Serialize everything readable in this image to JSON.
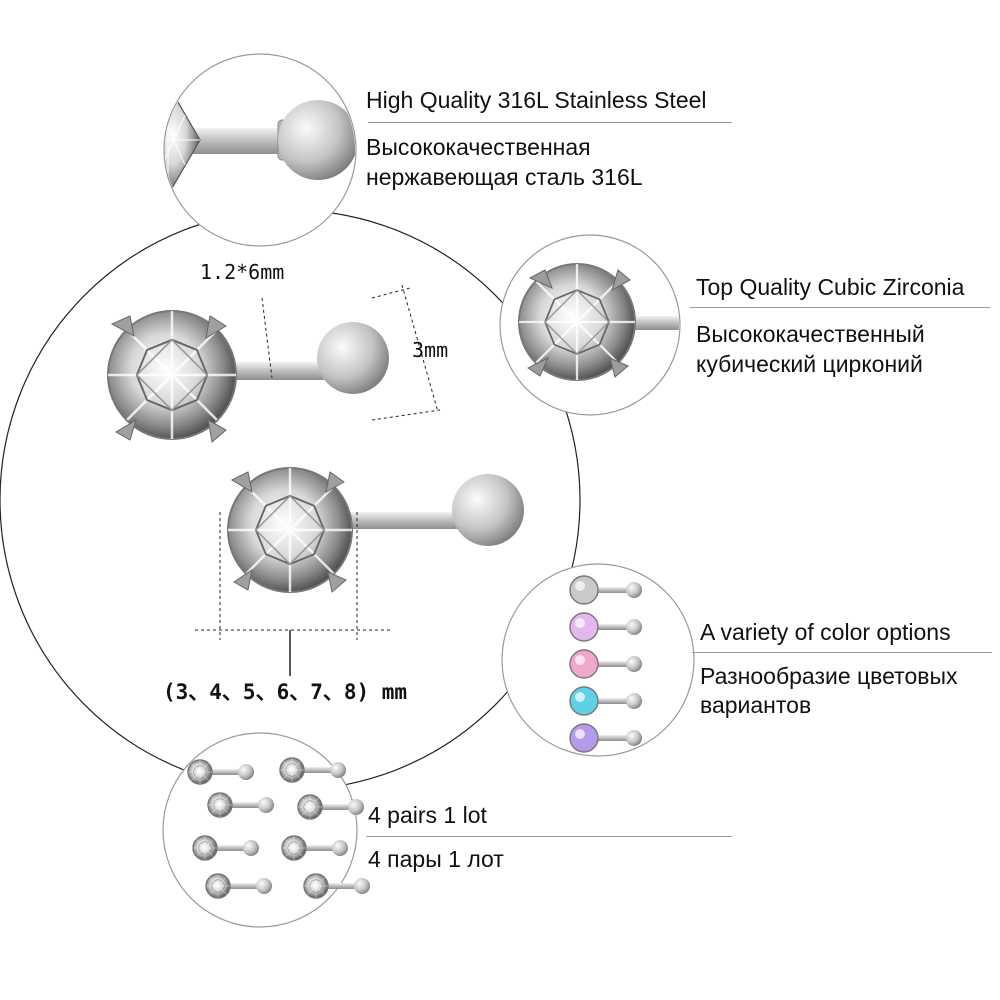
{
  "features": {
    "steel": {
      "title_en": "High Quality 316L Stainless Steel",
      "title_ru_line1": "Высококачественная",
      "title_ru_line2": "нержавеющая сталь 316L"
    },
    "zirconia": {
      "title_en": "Top Quality Cubic Zirconia",
      "title_ru_line1": "Высококачественный",
      "title_ru_line2": "кубический цирконий"
    },
    "colors": {
      "title_en": "A variety of color options",
      "title_ru_line1": "Разнообразие цветовых",
      "title_ru_line2": "вариантов",
      "swatches": [
        "#c9c9c9",
        "#e2b8ef",
        "#f2a6c8",
        "#5fd0e6",
        "#b59ae8"
      ]
    },
    "lot": {
      "title_en": "4 pairs 1 lot",
      "title_ru": "4 пары 1 лот"
    }
  },
  "dimensions": {
    "bar_size": "1.2*6mm",
    "ball_size": "3mm",
    "stone_sizes": "(3、4、5、6、7、8) mm"
  }
}
